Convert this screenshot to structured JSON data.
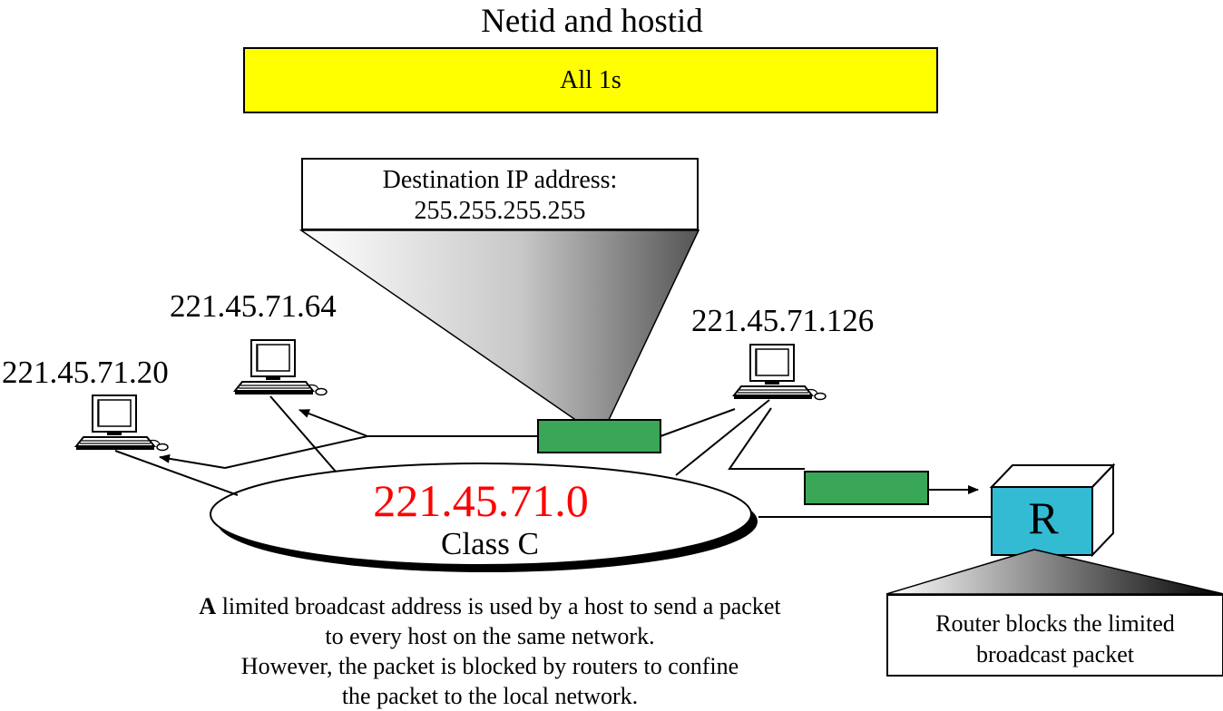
{
  "title": "Netid and hostid",
  "yellow_box": {
    "label": "All 1s",
    "color": "#ffff00"
  },
  "callout": {
    "line1": "Destination IP address:",
    "line2": "255.255.255.255"
  },
  "hosts": [
    {
      "ip": "221.45.71.64"
    },
    {
      "ip": "221.45.71.20"
    },
    {
      "ip": "221.45.71.126"
    }
  ],
  "network": {
    "address": "221.45.71.0",
    "class": "Class C",
    "address_color": "#ff0000"
  },
  "router": {
    "label": "R",
    "color": "#33bbd4",
    "note_line1": "Router blocks the limited",
    "note_line2": "broadcast packet"
  },
  "packet_color": "#3aa657",
  "description": {
    "lead": "A",
    "line1_rest": " limited broadcast address is used by a host to send a packet",
    "line2": "to every host on the same network.",
    "line3": "However, the packet is blocked by routers to confine",
    "line4": "the packet to the local network."
  }
}
